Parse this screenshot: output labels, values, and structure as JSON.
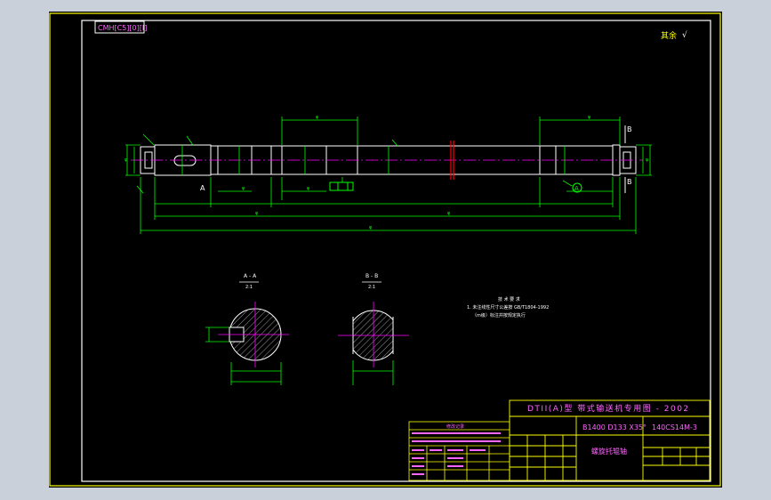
{
  "drawing": {
    "code_box": "CMH[C5][0][I]",
    "remainder_note": "其余",
    "title": "DTII(A)型  带式输送机专用图 - 2002",
    "spec": "B1400 D133 X35°",
    "drawing_no": "140CS14M-3",
    "part_name": "螺旋托辊轴",
    "section_a": "A - A",
    "section_b": "B - B",
    "scale_a": "2:1",
    "scale_b": "2:1",
    "tech_req_title": "技 术 要 求",
    "tech_req_1": "1.  未注线性尺寸公差按 GB/T1804-1992",
    "tech_req_2": "（m级）标注并按规定执行",
    "revision_title": "修改记录",
    "label_a": "A",
    "label_b": "B",
    "datum_label": "A"
  },
  "colors": {
    "frame": "#ffff00",
    "lines": "#ffffff",
    "dims": "#00ff00",
    "center": "#ff00ff",
    "red": "#ff0000",
    "text": "#ff66ff"
  }
}
